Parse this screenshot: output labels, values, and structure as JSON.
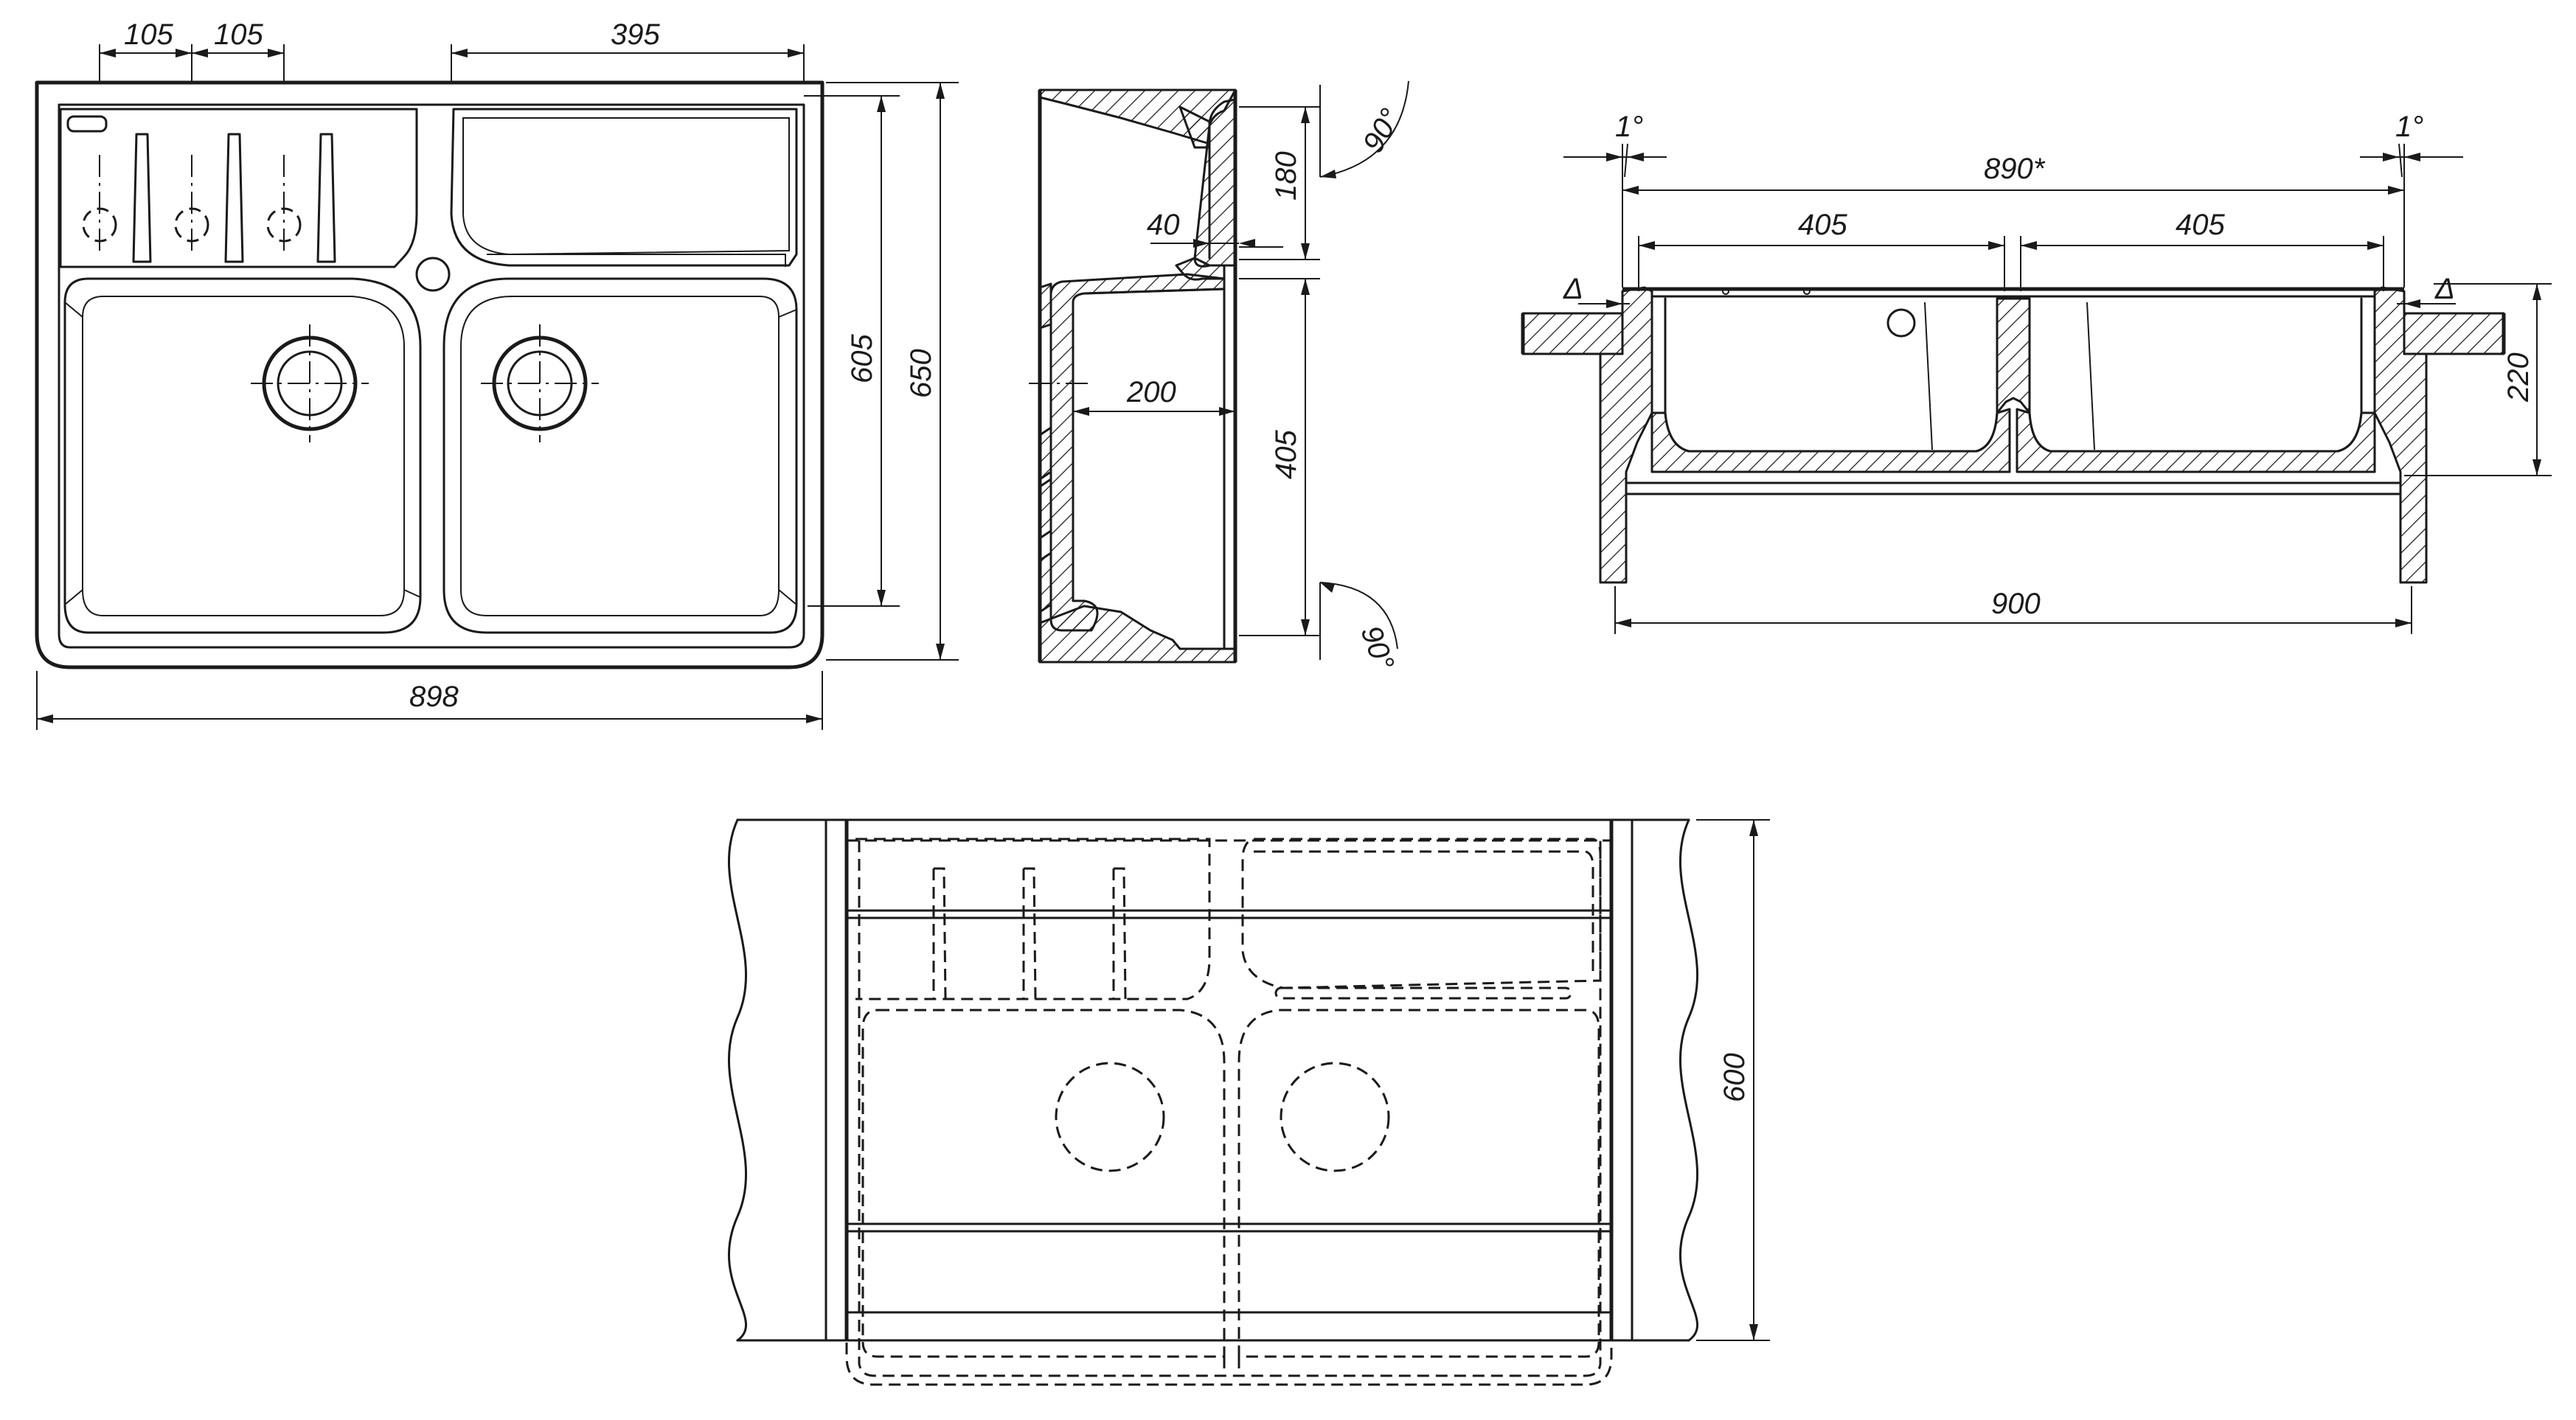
{
  "top_view": {
    "dim_105_left": "105",
    "dim_105_right": "105",
    "dim_395": "395",
    "dim_898": "898",
    "dim_605": "605",
    "dim_650": "650"
  },
  "side_section": {
    "dim_180": "180",
    "dim_40": "40",
    "dim_200": "200",
    "dim_405": "405",
    "angle_top": "90°",
    "angle_bottom": "90°"
  },
  "front_section": {
    "angle_left": "1°",
    "angle_right": "1°",
    "dim_890": "890*",
    "dim_405_left": "405",
    "dim_405_right": "405",
    "delta_left": "Δ",
    "delta_right": "Δ",
    "dim_220": "220",
    "dim_900": "900"
  },
  "cabinet_view": {
    "dim_600": "600"
  }
}
